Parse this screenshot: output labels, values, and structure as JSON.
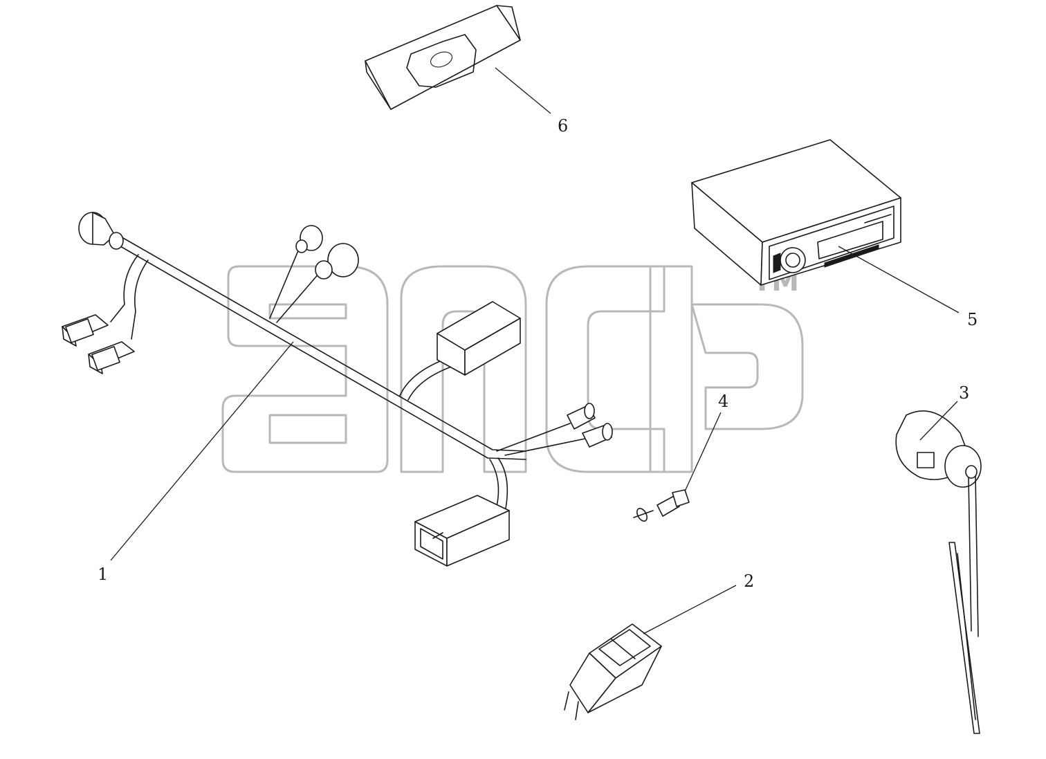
{
  "callouts": [
    {
      "id": "1",
      "label": "1"
    },
    {
      "id": "2",
      "label": "2"
    },
    {
      "id": "3",
      "label": "3"
    },
    {
      "id": "4",
      "label": "4"
    },
    {
      "id": "5",
      "label": "5"
    },
    {
      "id": "6",
      "label": "6"
    }
  ],
  "watermark": {
    "text": "anch",
    "trademark": "TM"
  },
  "colors": {
    "line": "#1a1a1a",
    "watermark": "#b8b8b8",
    "background": "#ffffff"
  }
}
